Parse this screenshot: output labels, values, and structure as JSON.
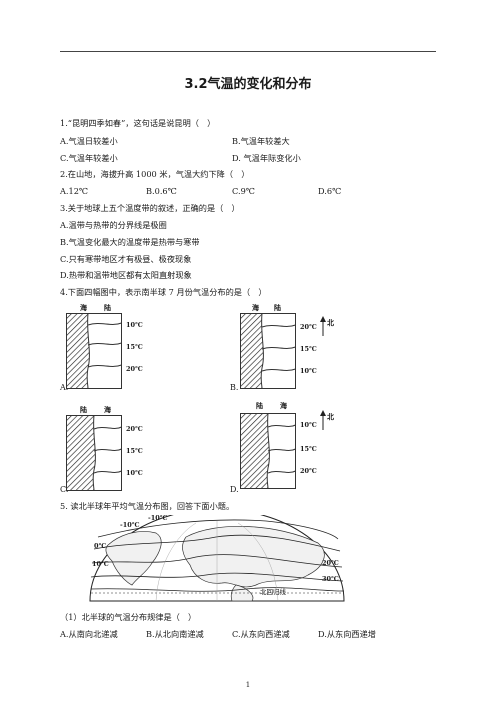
{
  "title": "3.2气温的变化和分布",
  "q1": {
    "stem": "1.“昆明四季如春”，这句话是说昆明（　）",
    "A": "A.气温日较差小",
    "B": "B.气温年较差大",
    "C": "C.气温年较差小",
    "D": "D. 气温年际变化小"
  },
  "q2": {
    "stem": "2.在山地，海拔升高 1000 米，气温大约下降（　）",
    "A": "A.12℃",
    "B": "B.0.6℃",
    "C": "C.9℃",
    "D": "D.6℃"
  },
  "q3": {
    "stem": "3.关于地球上五个温度带的叙述，正确的是（　）",
    "A": "A.温带与热带的分界线是极圈",
    "B": "B.气温变化最大的温度带是热带与寒带",
    "C": "C.只有寒带地区才有极昼、极夜现象",
    "D": "D.热带和温带地区都有太阳直射现象"
  },
  "q4": {
    "stem": "4.下面四幅图中，表示南半球 7 月份气温分布的是（　）",
    "panels": [
      {
        "cap": "A.",
        "left_label": "海",
        "right_label": "陆",
        "isos": [
          "10℃",
          "15℃",
          "20℃"
        ],
        "north": ""
      },
      {
        "cap": "B.",
        "left_label": "海",
        "right_label": "陆",
        "isos": [
          "20℃",
          "15℃",
          "10℃"
        ],
        "north": "北"
      },
      {
        "cap": "C.",
        "left_label": "陆",
        "right_label": "海",
        "isos": [
          "20℃",
          "15℃",
          "10℃"
        ],
        "north": ""
      },
      {
        "cap": "D.",
        "left_label": "陆",
        "right_label": "海",
        "isos": [
          "10℃",
          "15℃",
          "20℃"
        ],
        "north": "北"
      }
    ]
  },
  "q5": {
    "stem": "5. 读北半球年平均气温分布图，回答下面小题。",
    "map_labels": [
      "-10℃",
      "-10℃",
      "0℃",
      "10℃",
      "20℃",
      "30℃",
      "北回归线"
    ],
    "sub1": "（1）北半球的气温分布规律是（　）",
    "A": "A.从南向北递减",
    "B": "B.从北向南递减",
    "C": "C.从东向西递减",
    "D": "D.从东向西递增"
  },
  "page_number": "1",
  "colors": {
    "hatch": "#222222",
    "line": "#333333"
  }
}
